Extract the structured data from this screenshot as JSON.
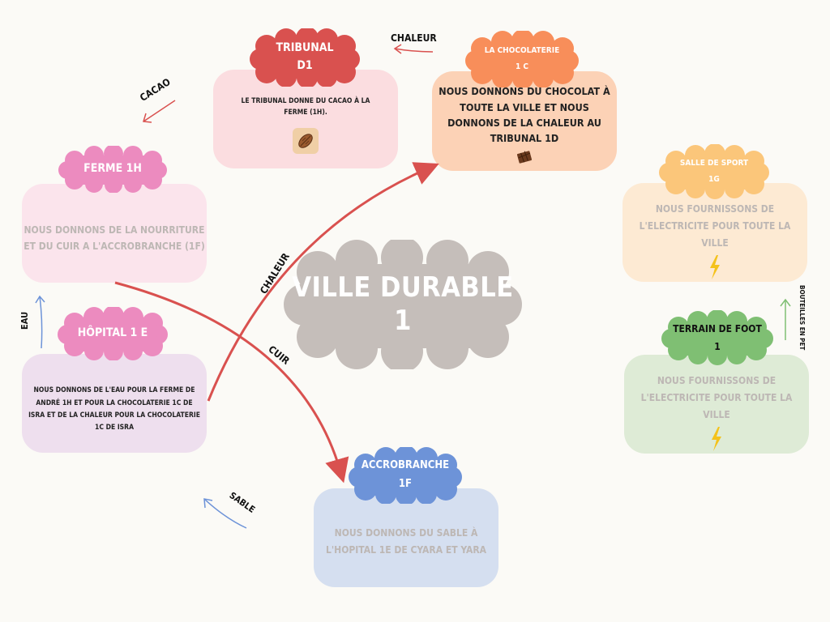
{
  "center": {
    "line1": "VILLE DURABLE",
    "line2": "1"
  },
  "tribunal": {
    "title1": "TRIBUNAL",
    "title2": "D1",
    "text": "LE TRIBUNAL DONNE DU CACAO À LA FERME (1H).",
    "icon": "cacao-bean-icon",
    "title_color": "#d9514f",
    "box_color": "#fbdde0"
  },
  "chocolaterie": {
    "title1": "LA CHOCOLATERIE",
    "title2": "1 C",
    "text": "NOUS DONNONS DU CHOCOLAT À TOUTE LA VILLE ET NOUS DONNONS DE LA CHALEUR AU TRIBUNAL 1D",
    "icon": "chocolate-bar-icon",
    "title_color": "#f88e5a",
    "box_color": "#fcd2b6"
  },
  "ferme": {
    "title": "FERME 1H",
    "text": "NOUS DONNONS DE LA NOURRITURE ET DU CUIR A L'ACCROBRANCHE (1F)",
    "title_color": "#ec8bbf",
    "box_color": "#fbe4ec"
  },
  "hopital": {
    "title": "HÔPITAL 1 E",
    "text": "NOUS DONNONS DE L'EAU POUR LA FERME DE ANDRÉ 1H ET POUR LA CHOCOLATERIE 1C DE ISRA ET DE LA CHALEUR POUR LA CHOCOLATERIE 1C DE ISRA",
    "title_color": "#ec8bbf",
    "box_color": "#eedfee"
  },
  "salle": {
    "title1": "SALLE DE SPORT",
    "title2": "1G",
    "text": "NOUS FOURNISSONS DE L'ELECTRICITE POUR TOUTE LA VILLE",
    "icon": "lightning-icon",
    "title_color": "#fbc67a",
    "box_color": "#fdead3"
  },
  "terrain": {
    "title1": "TERRAIN DE FOOT",
    "title2": "1",
    "text": "NOUS FOURNISSONS DE L'ELECTRICITE POUR TOUTE LA VILLE",
    "icon": "lightning-icon",
    "title_color": "#7fbf73",
    "box_color": "#deebd6"
  },
  "accro": {
    "title1": "ACCROBRANCHE",
    "title2": "1F",
    "text": "NOUS DONNONS DU SABLE À L'HOPITAL 1E DE CYARA ET YARA",
    "title_color": "#6d93d8",
    "box_color": "#d5dff0"
  },
  "labels": {
    "chaleur_top": "CHALEUR",
    "cacao": "CACAO",
    "chaleur_diag": "CHALEUR",
    "cuir": "CUIR",
    "eau": "EAU",
    "sable": "SABLE",
    "bouteilles": "BOUTEILLES EN PET"
  },
  "colors": {
    "red_arrow": "#d9514f",
    "blue_arrow": "#6d93d8",
    "green_arrow": "#7fbf73",
    "center_cloud": "#c5beba",
    "faded_text": "#bdb7b4"
  }
}
